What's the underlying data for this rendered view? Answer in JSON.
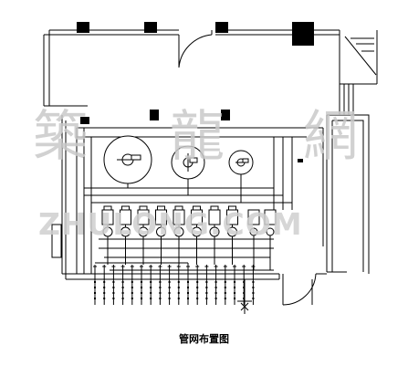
{
  "drawing": {
    "caption": "管网布置图",
    "watermark": {
      "chars": [
        "築",
        "龍",
        "網"
      ],
      "url": "ZHULONG.COM"
    },
    "colors": {
      "line": "#000000",
      "watermark": "#c9c9c9",
      "background": "#ffffff"
    },
    "elements": {
      "tanks": 3,
      "pumps_in_row": 8,
      "pumps_small_pair": 2,
      "outlet_pipes": 18
    }
  }
}
